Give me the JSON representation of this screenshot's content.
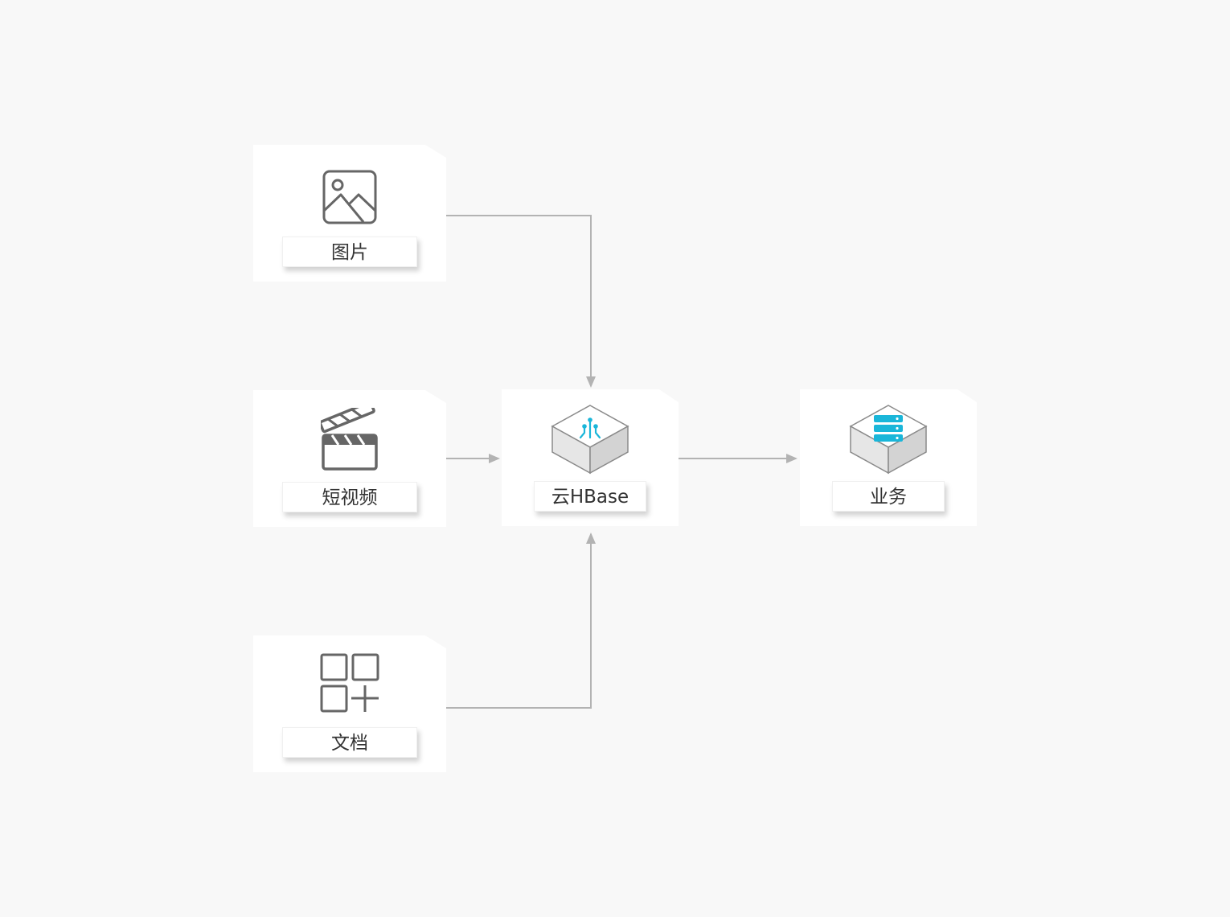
{
  "nodes": {
    "image": {
      "label": "图片",
      "icon": "image-icon"
    },
    "video": {
      "label": "短视频",
      "icon": "clapperboard-icon"
    },
    "document": {
      "label": "文档",
      "icon": "grid-plus-icon"
    },
    "hbase": {
      "label": "云HBase",
      "icon": "hbase-cube-icon"
    },
    "business": {
      "label": "业务",
      "icon": "server-cube-icon"
    }
  },
  "edges": [
    {
      "from": "图片",
      "to": "云HBase"
    },
    {
      "from": "短视频",
      "to": "云HBase"
    },
    {
      "from": "文档",
      "to": "云HBase"
    },
    {
      "from": "云HBase",
      "to": "业务"
    }
  ],
  "colors": {
    "background": "#f8f8f8",
    "card": "#ffffff",
    "connector": "#b3b3b3",
    "icon_stroke": "#666666",
    "accent": "#1ab6d9"
  }
}
